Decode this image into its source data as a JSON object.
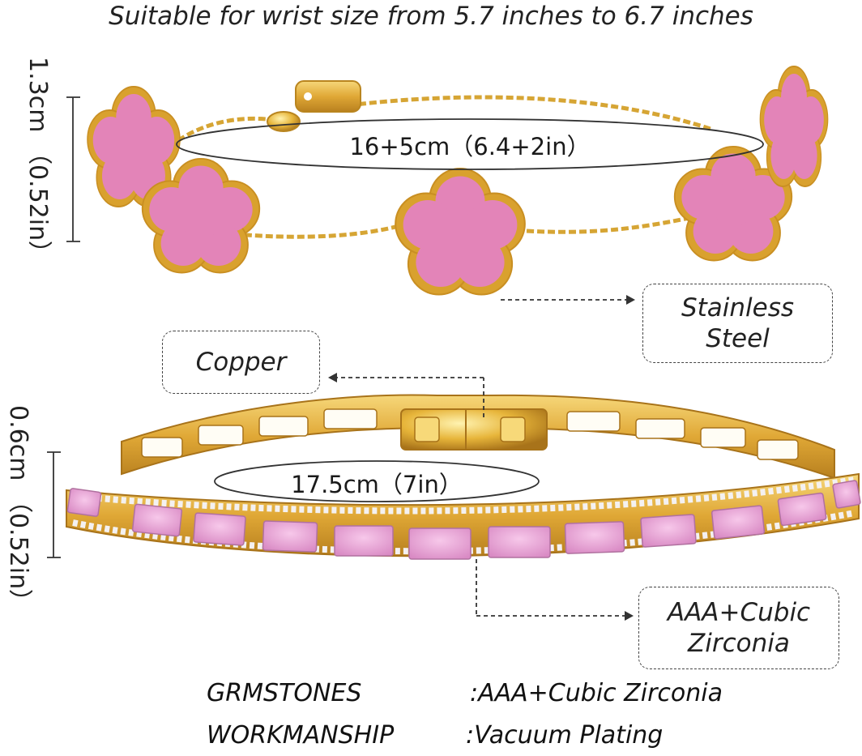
{
  "headline": "Suitable for wrist size from 5.7 inches to 6.7 inches",
  "bracelet_top": {
    "height_label": "1.3cm （0.52in）",
    "length_label": "16+5cm（6.4+2in）",
    "material_callout_line1": "Stainless",
    "material_callout_line2": "Steel",
    "colors": {
      "gold": "#e7b53a",
      "pink": "#e384b8"
    }
  },
  "bracelet_bottom": {
    "height_label": "0.6cm （0.52in）",
    "length_label": "17.5cm（7in）",
    "clasp_callout": "Copper",
    "stone_callout_line1": "AAA+Cubic",
    "stone_callout_line2": "Zirconia",
    "colors": {
      "gold": "#e7b53a",
      "pink": "#e7a5d6",
      "crystal": "#f4f1f1"
    }
  },
  "specs": [
    {
      "name": "GRMSTONES",
      "value": ":AAA+Cubic Zirconia"
    },
    {
      "name": "WORKMANSHIP",
      "value": ":Vacuum Plating"
    }
  ]
}
